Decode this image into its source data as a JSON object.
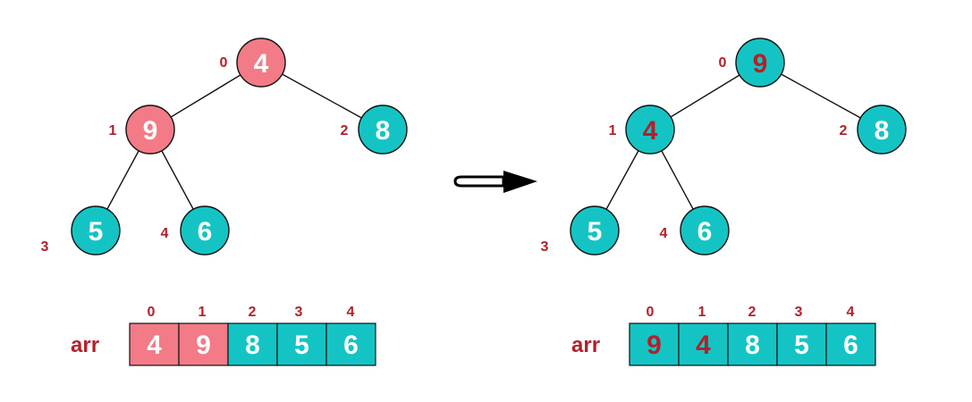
{
  "colors": {
    "swap": "#f27b87",
    "normal": "#14c4c4",
    "label": "#b3202a",
    "text_light": "#ffffff",
    "text_dark": "#b3202a",
    "stroke": "#111111"
  },
  "arrow_icon": "right-arrow-icon",
  "before": {
    "tree": {
      "nodes": [
        {
          "index": "0",
          "value": "4",
          "state": "swap"
        },
        {
          "index": "1",
          "value": "9",
          "state": "swap"
        },
        {
          "index": "2",
          "value": "8",
          "state": "normal"
        },
        {
          "index": "3",
          "value": "5",
          "state": "normal"
        },
        {
          "index": "4",
          "value": "6",
          "state": "normal"
        }
      ]
    },
    "array": {
      "label": "arr",
      "indices": [
        "0",
        "1",
        "2",
        "3",
        "4"
      ],
      "values": [
        "4",
        "9",
        "8",
        "5",
        "6"
      ],
      "states": [
        "swap",
        "swap",
        "normal",
        "normal",
        "normal"
      ]
    }
  },
  "after": {
    "tree": {
      "nodes": [
        {
          "index": "0",
          "value": "9",
          "state": "normal",
          "text": "dark"
        },
        {
          "index": "1",
          "value": "4",
          "state": "normal",
          "text": "dark"
        },
        {
          "index": "2",
          "value": "8",
          "state": "normal"
        },
        {
          "index": "3",
          "value": "5",
          "state": "normal"
        },
        {
          "index": "4",
          "value": "6",
          "state": "normal"
        }
      ]
    },
    "array": {
      "label": "arr",
      "indices": [
        "0",
        "1",
        "2",
        "3",
        "4"
      ],
      "values": [
        "9",
        "4",
        "8",
        "5",
        "6"
      ],
      "states": [
        "normal",
        "normal",
        "normal",
        "normal",
        "normal"
      ],
      "text": [
        "dark",
        "dark",
        "light",
        "light",
        "light"
      ]
    }
  }
}
